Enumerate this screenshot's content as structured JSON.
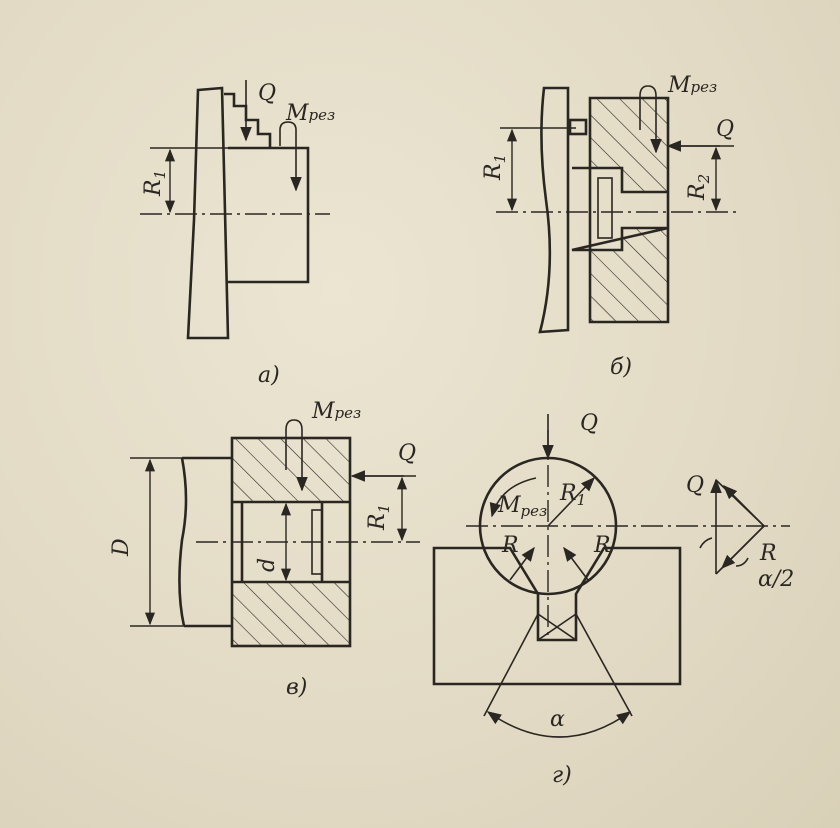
{
  "labels": {
    "a_q": "Q",
    "a_m": "М",
    "a_m_sub": "рез",
    "a_r": "R",
    "a_r_sub": "1",
    "b_m": "М",
    "b_m_sub": "рез",
    "b_q": "Q",
    "b_r1": "R",
    "b_r1_sub": "1",
    "b_r2": "R",
    "b_r2_sub": "2",
    "c_m": "М",
    "c_m_sub": "рез",
    "c_q": "Q",
    "c_r1": "R",
    "c_r1_sub": "1",
    "c_D": "D",
    "c_d": "d",
    "d_q": "Q",
    "d_m": "М",
    "d_m_sub": "рез",
    "d_r1": "R",
    "d_r1_sub": "1",
    "d_r_left": "R",
    "d_r_right": "R",
    "d_alpha": "α",
    "tri_q": "Q",
    "tri_r": "R",
    "tri_alpha_half": "α/2"
  },
  "captions": {
    "a": "а)",
    "b": "б)",
    "c": "в)",
    "d": "г)"
  }
}
